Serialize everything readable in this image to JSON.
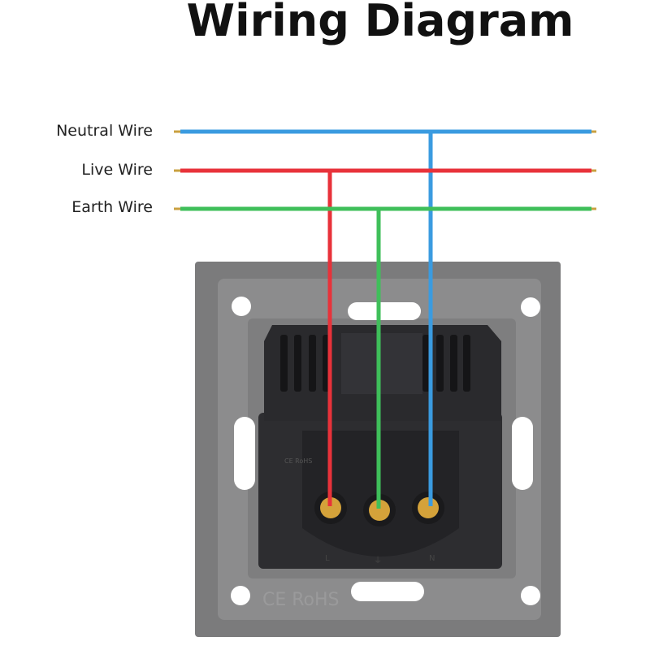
{
  "title": "Wiring Diagram",
  "wires": [
    {
      "label": "Neutral Wire",
      "color": "#3a9be0",
      "terminal": "N"
    },
    {
      "label": "Live Wire",
      "color": "#e8323a",
      "terminal": "L"
    },
    {
      "label": "Earth Wire",
      "color": "#3fbf5a",
      "terminal": "Earth"
    }
  ],
  "socket": {
    "plate_marking": "CE RoHS",
    "body_marking_left": "CE RoHS",
    "terminal_labels": [
      "L",
      "⏚",
      "N"
    ]
  }
}
